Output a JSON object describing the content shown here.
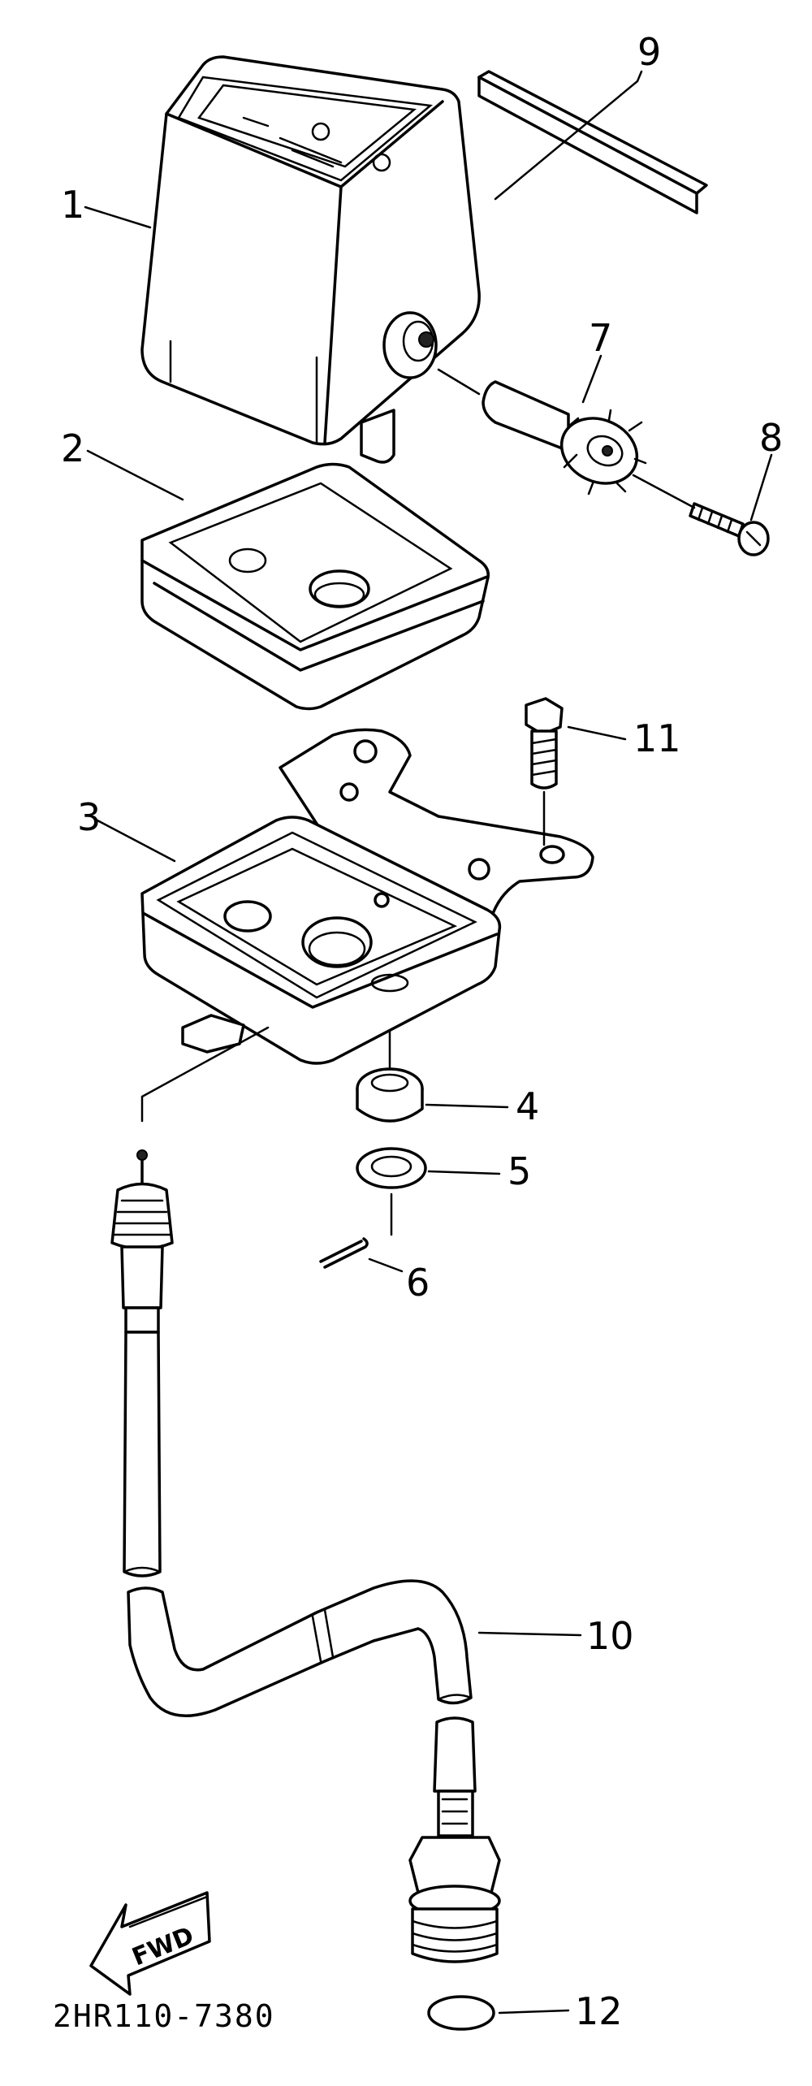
{
  "diagram": {
    "drawing_code": "2HR110-7380",
    "direction_label": "FWD",
    "callouts": [
      "1",
      "2",
      "3",
      "4",
      "5",
      "6",
      "7",
      "8",
      "9",
      "10",
      "11",
      "12"
    ]
  }
}
